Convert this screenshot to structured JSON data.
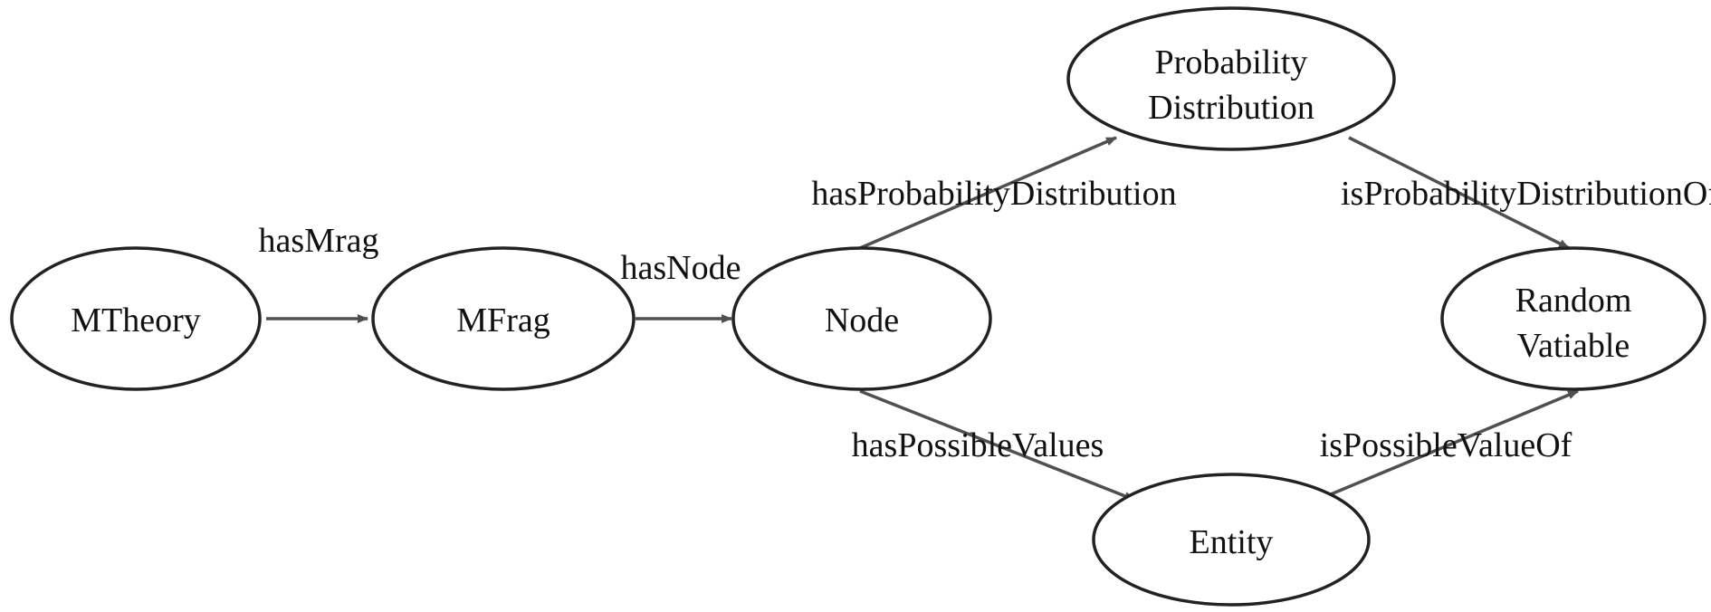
{
  "diagram": {
    "colors": {
      "stroke": "#222222",
      "edge": "#505050",
      "text": "#111111",
      "background": "#ffffff"
    },
    "nodes": [
      {
        "id": "mtheory",
        "lines": [
          "MTheory"
        ]
      },
      {
        "id": "mfrag",
        "lines": [
          "MFrag"
        ]
      },
      {
        "id": "node",
        "lines": [
          "Node"
        ]
      },
      {
        "id": "prob",
        "lines": [
          "Probability",
          "Distribution"
        ]
      },
      {
        "id": "randvar",
        "lines": [
          "Random",
          "Vatiable"
        ]
      },
      {
        "id": "entity",
        "lines": [
          "Entity"
        ]
      }
    ],
    "edges": [
      {
        "id": "has-mrag",
        "from": "mtheory",
        "to": "mfrag",
        "label": "hasMrag"
      },
      {
        "id": "has-node",
        "from": "mfrag",
        "to": "node",
        "label": "hasNode"
      },
      {
        "id": "has-prob-dist",
        "from": "node",
        "to": "prob",
        "label": "hasProbabilityDistribution"
      },
      {
        "id": "is-prob-dist-of",
        "from": "prob",
        "to": "randvar",
        "label": "isProbabilityDistributionOf"
      },
      {
        "id": "has-possible-values",
        "from": "node",
        "to": "entity",
        "label": "hasPossibleValues"
      },
      {
        "id": "is-possible-value-of",
        "from": "entity",
        "to": "randvar",
        "label": "isPossibleValueOf"
      }
    ]
  }
}
